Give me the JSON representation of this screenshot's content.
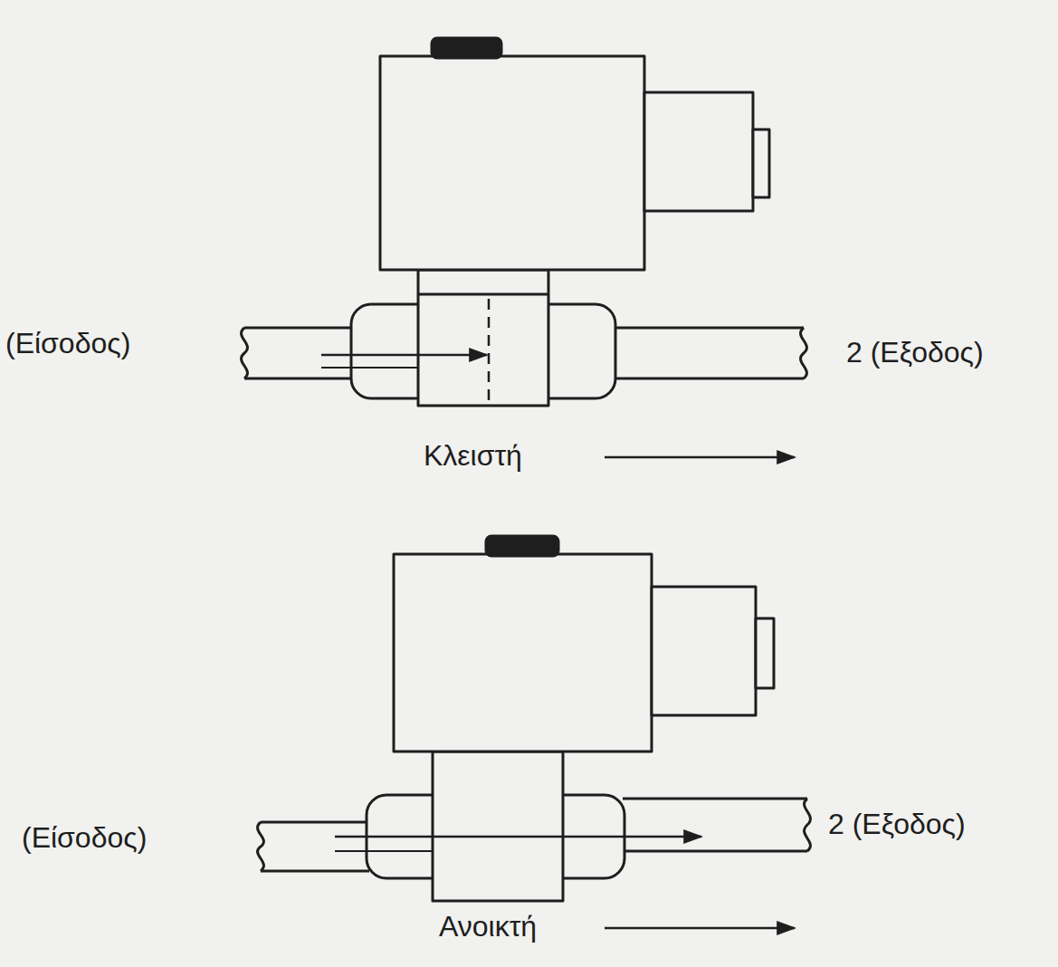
{
  "diagram": {
    "labels": [
      "(Είσοδος)",
      "2 (Εξοδος)",
      "Κλειστή",
      "(Είσοδος)",
      "2 (Εξοδος)",
      "Ανοικτή"
    ]
  }
}
